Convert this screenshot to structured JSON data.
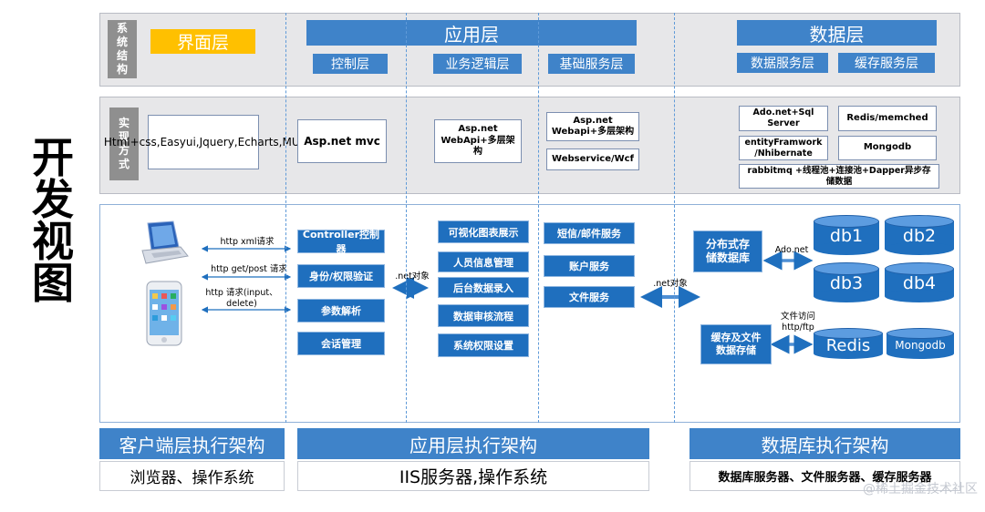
{
  "side_title": "开发视图",
  "row1": {
    "label": "系统结构",
    "ui_layer": "界面层",
    "app_layer": "应用层",
    "data_layer": "数据层",
    "control_layer": "控制层",
    "business_layer": "业务逻辑层",
    "base_service_layer": "基础服务层",
    "data_service_layer": "数据服务层",
    "cache_service_layer": "缓存服务层"
  },
  "row2": {
    "label": "实现方式",
    "ui_tech": "Html+css,Easyui,Jquery,Echarts,MUI",
    "control_tech": "Asp.net mvc",
    "business_tech": "Asp.net WebApi+多层架构",
    "base_tech_1": "Asp.net Webapi+多层架构",
    "base_tech_2": "Webservice/Wcf",
    "data_tech_1": "Ado.net+Sql Server",
    "data_tech_2": "entityFramwork /Nhibernate",
    "data_tech_3": "rabbitmq +线程池+连接池+Dapper异步存储数据",
    "cache_tech_1": "Redis/memched",
    "cache_tech_2": "Mongodb"
  },
  "row3": {
    "client_labels": [
      "http xml请求",
      "http get/post 请求",
      "http 请求(input、delete)"
    ],
    "controller_items": [
      "Controller控制器",
      "身份/权限验证",
      "参数解析",
      "会话管理"
    ],
    "net_object_1": ".net对象",
    "business_items": [
      "可视化图表展示",
      "人员信息管理",
      "后台数据录入",
      "数据审核流程",
      "系统权限设置"
    ],
    "service_items": [
      "短信/邮件服务",
      "账户服务",
      "文件服务"
    ],
    "net_object_2": ".net对象",
    "distributed_db": "分布式存储数据库",
    "ado_net": "Ado.net",
    "db_names": [
      "db1",
      "db2",
      "db3",
      "db4"
    ],
    "file_access": "文件访问 http/ftp",
    "cache_file_store": "缓存及文件数据存储",
    "redis": "Redis",
    "mongodb": "Mongodb"
  },
  "footer": {
    "client_head": "客户端层执行架构",
    "client_body": "浏览器、操作系统",
    "app_head": "应用层执行架构",
    "app_body": "IIS服务器,操作系统",
    "db_head": "数据库执行架构",
    "db_body": "数据库服务器、文件服务器、缓存服务器"
  },
  "watermark": "@稀土掘金技术社区"
}
